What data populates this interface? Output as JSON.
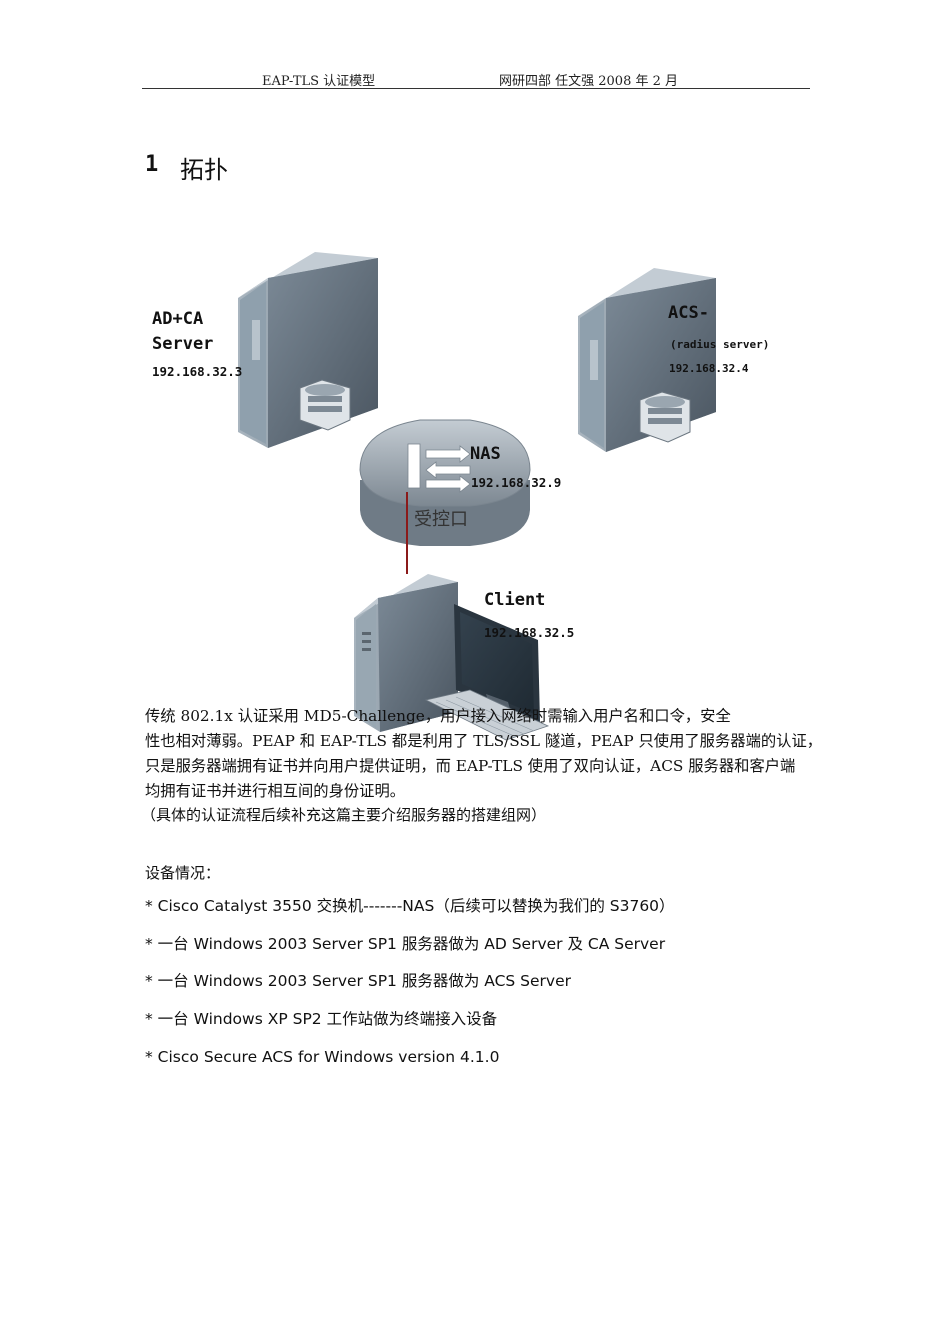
{
  "header": {
    "left": "EAP-TLS 认证模型",
    "right": "网研四部  任文强  2008 年 2 月"
  },
  "section": {
    "number": "1",
    "title": "拓扑"
  },
  "diagram": {
    "ad_ca": {
      "line1": "AD+CA",
      "line2": "Server",
      "ip": "192.168.32.3"
    },
    "acs": {
      "line1": "ACS-",
      "line2": "(radius server)",
      "ip": "192.168.32.4"
    },
    "nas": {
      "name": "NAS",
      "ip": "192.168.32.9",
      "port": "受控口"
    },
    "client": {
      "name": "Client",
      "ip": "192.168.32.5"
    }
  },
  "body": {
    "lines": [
      "传统 802.1x 认证采用 MD5-Challenge，用户接入网络时需输入用户名和口令，安全",
      "性也相对薄弱。PEAP 和 EAP-TLS 都是利用了 TLS/SSL 隧道，PEAP 只使用了服务器端的认证，",
      "只是服务器端拥有证书并向用户提供证明，而 EAP-TLS 使用了双向认证，ACS 服务器和客户端",
      "均拥有证书并进行相互间的身份证明。"
    ],
    "note": "（具体的认证流程后续补充这篇主要介绍服务器的搭建组网）"
  },
  "devices": {
    "title": "设备情况：",
    "items": [
      "* Cisco Catalyst 3550 交换机-------NAS（后续可以替换为我们的 S3760）",
      "*  一台 Windows 2003 Server SP1 服务器做为 AD Server 及 CA Server",
      "*  一台 Windows 2003 Server SP1 服务器做为 ACS Server",
      "*  一台 Windows XP SP2 工作站做为终端接入设备",
      "* Cisco Secure ACS for Windows version 4.1.0"
    ]
  },
  "colors": {
    "tower_front": "#5e6b77",
    "tower_side": "#7d8b98",
    "tower_top": "#aab6c0",
    "link": "#8b1a1a"
  }
}
